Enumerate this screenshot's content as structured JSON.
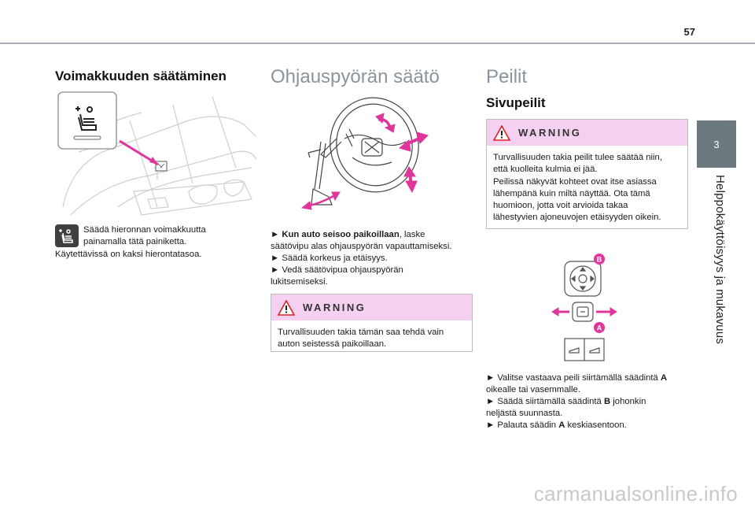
{
  "page": {
    "number": "57"
  },
  "sidebar": {
    "tab_number": "3",
    "title": "Helppokäyttöisyys ja mukavuus"
  },
  "col1": {
    "heading": "Voimakkuuden säätäminen",
    "line1": "Säädä hieronnan voimakkuutta",
    "line2": "painamalla tätä painiketta.",
    "line3": "Käytettävissä on kaksi hierontatasoa."
  },
  "col2": {
    "heading": "Ohjauspyörän säätö",
    "step1_bold": "Kun auto seisoo paikoillaan",
    "step1_rest": ", laske",
    "step1_line2": "säätövipu alas ohjauspyörän vapauttamiseksi.",
    "step2": "Säädä korkeus ja etäisyys.",
    "step3_line1": "Vedä säätövipua ohjauspyörän",
    "step3_line2": "lukitsemiseksi.",
    "warning_title": "WARNING",
    "warning_line1": "Turvallisuuden takia tämän saa tehdä vain",
    "warning_line2": "auton seistessä paikoillaan."
  },
  "col3": {
    "heading": "Peilit",
    "subheading": "Sivupeilit",
    "warning_title": "WARNING",
    "warning_lines": [
      "Turvallisuuden takia peilit tulee säätää niin,",
      "että kuolleita kulmia ei jää.",
      "Peilissä näkyvät kohteet ovat itse asiassa",
      "lähempänä kuin miltä näyttää. Ota tämä",
      "huomioon, jotta voit arvioida takaa",
      "lähestyvien ajoneuvojen etäisyyden oikein."
    ],
    "label_a": "A",
    "label_b": "B",
    "step1_pre": "Valitse vastaava peili siirtämällä säädintä ",
    "step1_line2": "oikealle tai vasemmalle.",
    "step2_pre": "Säädä siirtämällä säädintä ",
    "step2_post": " johonkin",
    "step2_line2": "neljästä suunnasta.",
    "step3_pre": "Palauta säädin ",
    "step3_post": " keskiasentoon."
  },
  "watermark": "carmanualsonline.info",
  "colors": {
    "accent_pink": "#e0359b",
    "warning_bg": "#f5d0f0",
    "tab_gray": "#6c7a80"
  },
  "icons": [
    "massage-seat-icon",
    "warning-triangle-icon",
    "arrow-bullet-icon"
  ]
}
